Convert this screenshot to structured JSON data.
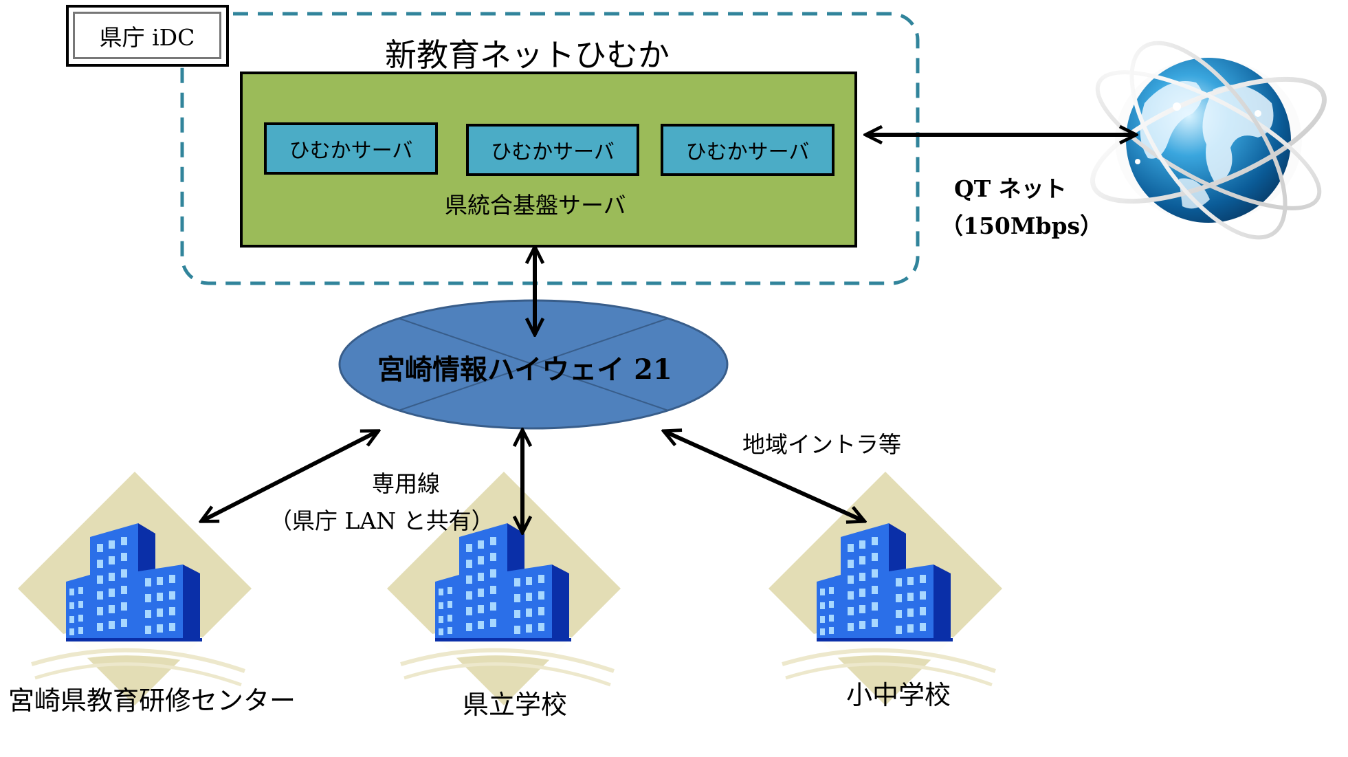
{
  "idc_label": "県庁 iDC",
  "network_title": "新教育ネットひむか",
  "integrated_server": {
    "label": "県統合基盤サーバ",
    "servers": [
      "ひむかサーバ",
      "ひむかサーバ",
      "ひむかサーバ"
    ]
  },
  "internet_link": {
    "line1": "QT ネット",
    "line2": "（150Mbps）"
  },
  "highway_label": "宮崎情報ハイウェイ 21",
  "dedicated_line": {
    "line1": "専用線",
    "line2": "（県庁 LAN と共有）"
  },
  "regional_intranet_label": "地域イントラ等",
  "sites": {
    "training_center": "宮崎県教育研修センター",
    "prefectural_schools": "県立学校",
    "elementary_junior_schools": "小中学校"
  },
  "colors": {
    "server_box_fill": "#9BBB59",
    "server_fill": "#4BACC6",
    "dashed_border": "#31849B",
    "ellipse_fill": "#4F81BD",
    "ellipse_stroke": "#385D8A",
    "building_blue": "#2B6FE8",
    "building_window": "#A8D8FF",
    "diamond_fill": "#E3DDB5"
  }
}
